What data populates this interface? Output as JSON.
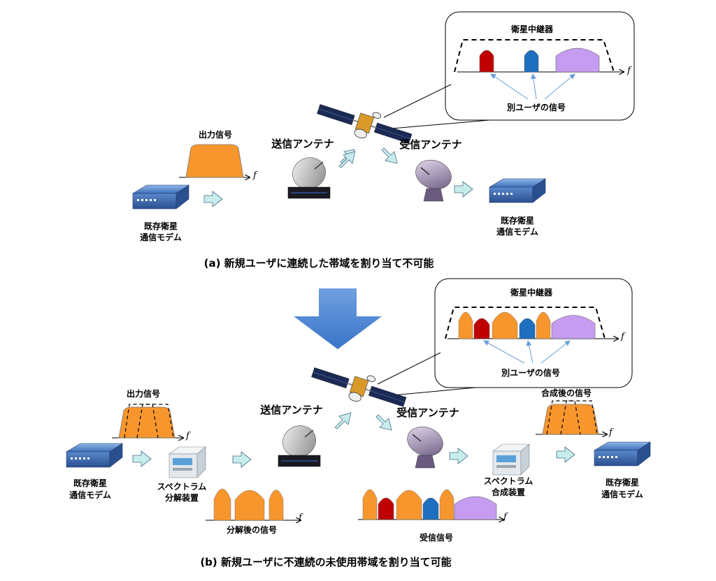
{
  "colors": {
    "orange": "#f7962d",
    "red": "#c00000",
    "blue": "#1f6fc0",
    "purple": "#c59cf0",
    "arrow_fill": "#c6ecec",
    "big_arrow": "#4a86d6",
    "callout_line": "#6a9fd8"
  },
  "axis_symbol": "f",
  "top": {
    "output_signal": "出力信号",
    "tx_antenna": "送信アンテナ",
    "rx_antenna": "受信アンテナ",
    "modem_left": [
      "既存衛星",
      "通信モデム"
    ],
    "modem_right": [
      "既存衛星",
      "通信モデム"
    ],
    "transponder_title": "衛星中継器",
    "other_users": "別ユーザの信号",
    "caption": "(a)  新規ユーザに連続した帯域を割り当て不可能"
  },
  "bottom": {
    "output_signal": "出力信号",
    "tx_antenna": "送信アンテナ",
    "rx_antenna": "受信アンテナ",
    "modem_left": [
      "既存衛星",
      "通信モデム"
    ],
    "modem_right": [
      "既存衛星",
      "通信モデム"
    ],
    "splitter": [
      "スペクトラム",
      "分解装置"
    ],
    "combiner": [
      "スペクトラム",
      "合成装置"
    ],
    "split_signal": "分解後の信号",
    "combined_signal": "合成後の信号",
    "received_signal": "受信信号",
    "transponder_title": "衛星中継器",
    "other_users": "別ユーザの信号",
    "caption": "(b)  新規ユーザに不連続の未使用帯域を割り当て可能"
  },
  "icons": [
    "satellite-icon",
    "dish-transmit-icon",
    "dish-receive-icon",
    "modem-icon",
    "spectrum-device-icon"
  ]
}
